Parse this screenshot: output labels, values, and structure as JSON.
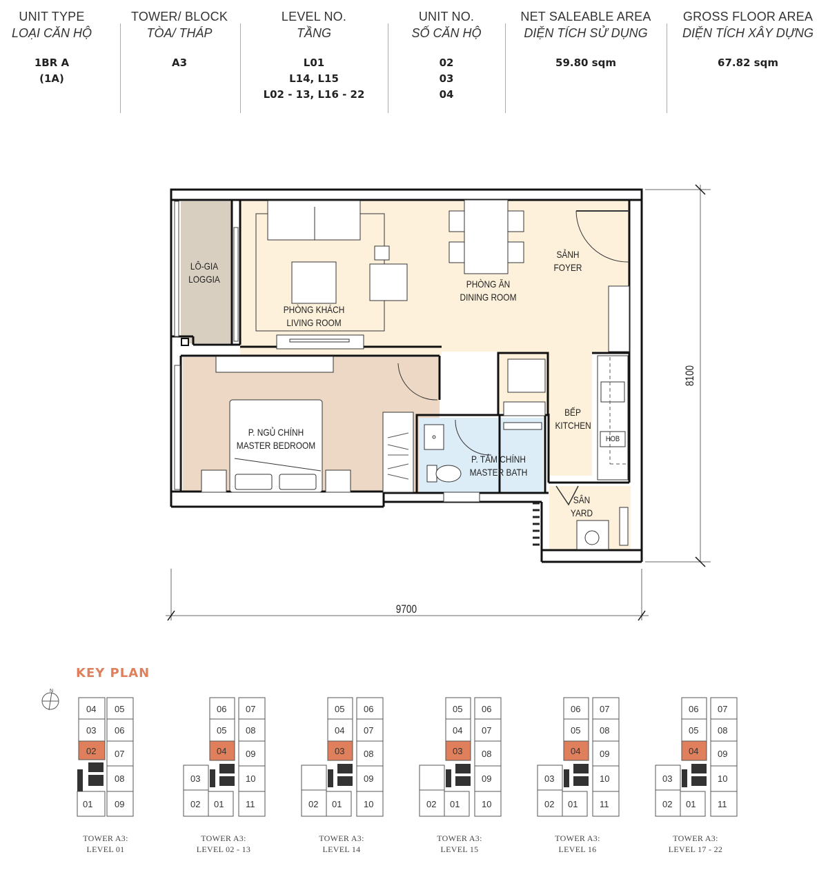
{
  "header": {
    "columns": [
      {
        "en": "UNIT TYPE",
        "vi": "LOẠI CĂN HỘ",
        "values": [
          "1BR A",
          "(1A)"
        ]
      },
      {
        "en": "TOWER/ BLOCK",
        "vi": "TÒA/ THÁP",
        "values": [
          "A3"
        ]
      },
      {
        "en": "LEVEL NO.",
        "vi": "TẦNG",
        "values": [
          "L01",
          "L14, L15",
          "L02 - 13, L16 - 22"
        ]
      },
      {
        "en": "UNIT NO.",
        "vi": "SỐ CĂN HỘ",
        "values": [
          "02",
          "03",
          "04"
        ]
      },
      {
        "en": "NET SALEABLE AREA",
        "vi": "DIỆN TÍCH SỬ DỤNG",
        "values": [
          "59.80 sqm"
        ]
      },
      {
        "en": "GROSS FLOOR AREA",
        "vi": "DIỆN TÍCH XÂY DỰNG",
        "values": [
          "67.82 sqm"
        ]
      }
    ]
  },
  "floorplan": {
    "colors": {
      "living": "#fdf1dc",
      "bedroom": "#ecd8c4",
      "loggia": "#d8cfc0",
      "bath": "#dcedf8",
      "wall": "#111111"
    },
    "rooms": {
      "loggia": {
        "vi": "LÔ-GIA",
        "en": "LOGGIA"
      },
      "living": {
        "vi": "PHÒNG KHÁCH",
        "en": "LIVING ROOM"
      },
      "dining": {
        "vi": "PHÒNG ĂN",
        "en": "DINING ROOM"
      },
      "foyer": {
        "vi": "SẢNH",
        "en": "FOYER"
      },
      "bedroom": {
        "vi": "P. NGỦ CHÍNH",
        "en": "MASTER BEDROOM"
      },
      "bath": {
        "vi": "P. TẮM CHÍNH",
        "en": "MASTER BATH"
      },
      "kitchen": {
        "vi": "BẾP",
        "en": "KITCHEN"
      },
      "yard": {
        "vi": "SÂN",
        "en": "YARD"
      }
    },
    "hob_label": "HOB",
    "dimensions": {
      "width": "9700",
      "height": "8100"
    }
  },
  "keyplan": {
    "title": "KEY PLAN",
    "highlight_color": "#e07f5c",
    "north_label": "N",
    "plans": [
      {
        "caption_1": "TOWER A3:",
        "caption_2": "LEVEL 01",
        "highlight": "02",
        "left_units": [
          "04",
          "03",
          "02",
          "01"
        ],
        "right_units": [
          "05",
          "06",
          "07",
          "08",
          "09"
        ],
        "podium_units": []
      },
      {
        "caption_1": "TOWER A3:",
        "caption_2": "LEVEL 02 - 13",
        "highlight": "04",
        "left_units": [
          "06",
          "05",
          "04"
        ],
        "right_units": [
          "07",
          "08",
          "09",
          "10",
          "11"
        ],
        "podium_units": [
          "03",
          "02",
          "01"
        ]
      },
      {
        "caption_1": "TOWER A3:",
        "caption_2": "LEVEL 14",
        "highlight": "03",
        "left_units": [
          "05",
          "04",
          "03"
        ],
        "right_units": [
          "06",
          "07",
          "08",
          "09",
          "10"
        ],
        "podium_units": [
          "",
          "02",
          "01"
        ]
      },
      {
        "caption_1": "TOWER A3:",
        "caption_2": "LEVEL 15",
        "highlight": "03",
        "left_units": [
          "05",
          "04",
          "03"
        ],
        "right_units": [
          "06",
          "07",
          "08",
          "09",
          "10"
        ],
        "podium_units": [
          "",
          "02",
          "01"
        ]
      },
      {
        "caption_1": "TOWER A3:",
        "caption_2": "LEVEL 16",
        "highlight": "04",
        "left_units": [
          "06",
          "05",
          "04"
        ],
        "right_units": [
          "07",
          "08",
          "09",
          "10",
          "11"
        ],
        "podium_units": [
          "03",
          "02",
          "01"
        ]
      },
      {
        "caption_1": "TOWER A3:",
        "caption_2": "LEVEL 17 - 22",
        "highlight": "04",
        "left_units": [
          "06",
          "05",
          "04"
        ],
        "right_units": [
          "07",
          "08",
          "09",
          "10",
          "11"
        ],
        "podium_units": [
          "03",
          "02",
          "01"
        ]
      }
    ]
  }
}
